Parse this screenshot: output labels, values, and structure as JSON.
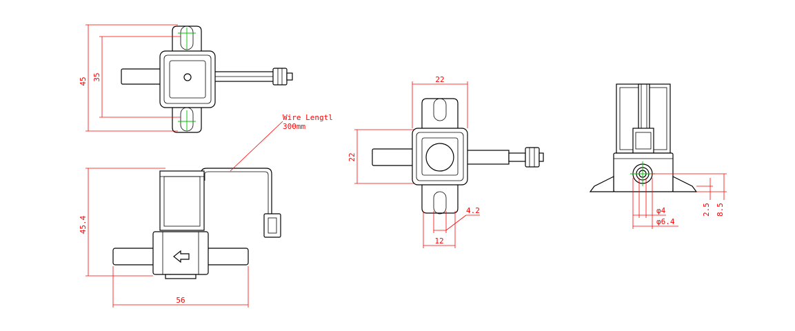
{
  "views": {
    "top": {
      "dim_outer": "45",
      "dim_inner": "35"
    },
    "front": {
      "dim_height": "45.4",
      "dim_width": "56",
      "wire_note_line1": "Wire Lengtl",
      "wire_note_line2": "300mm"
    },
    "bottom": {
      "dim_width": "22",
      "dim_height": "22",
      "dim_slot": "4.2",
      "dim_slot_pitch": "12"
    },
    "side": {
      "dim_bore": "φ4",
      "dim_outer_bore": "φ6.4",
      "dim_small": "2.5",
      "dim_large": "8.5"
    }
  },
  "colors": {
    "outline": "#000000",
    "dimension": "#ff0000",
    "centerline": "#00c000"
  }
}
